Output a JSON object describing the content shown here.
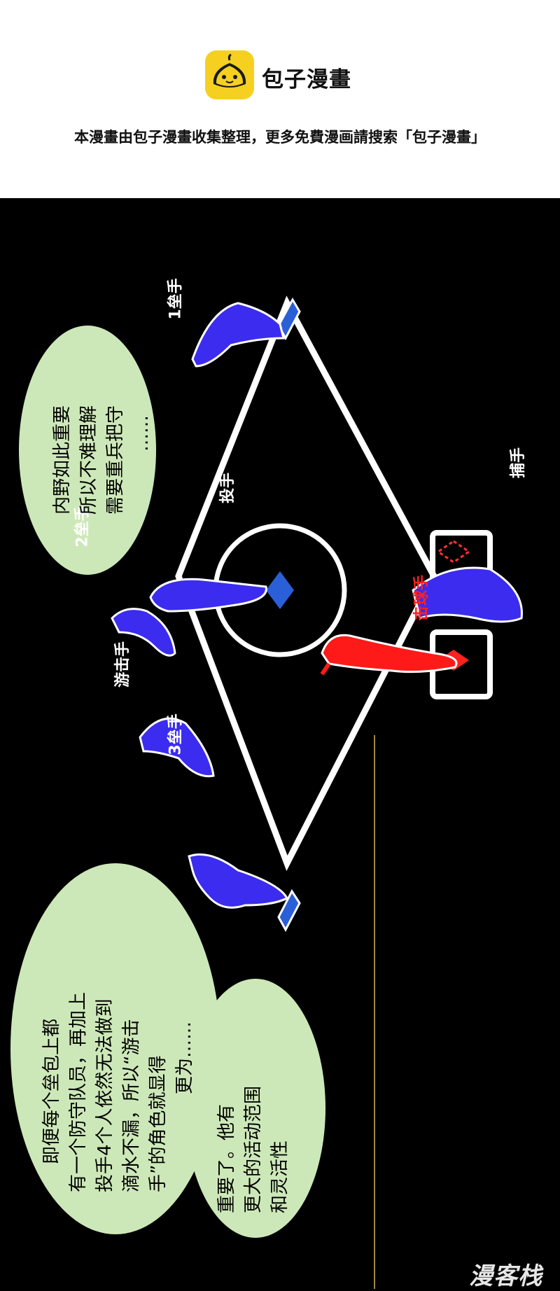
{
  "header": {
    "brand": "包子漫畫",
    "notice": "本漫畫由包子漫畫收集整理，更多免費漫画請搜索「包子漫畫」"
  },
  "labels": {
    "first_base": "1垒手",
    "second_base": "2垒手",
    "shortstop": "游击手",
    "third_base": "3垒手",
    "pitcher": "投手",
    "catcher": "捕手",
    "batter": "击球手"
  },
  "bubbles": {
    "top": [
      "内野如此重要",
      "所以不难理解",
      "需要重兵把守",
      "……"
    ],
    "bottom_left": [
      "即便每个垒包上都",
      "有一个防守队员，再加上",
      "投手4个人依然无法做到",
      "滴水不漏，所以“游击",
      "手”的角色就显得",
      "更为……"
    ],
    "bottom_right": [
      "重要了。他有",
      "更大的活动范围",
      "和灵活性"
    ]
  },
  "watermark": "漫客栈",
  "colors": {
    "fielders": "#3b2cf0",
    "batter": "#ff1a1a",
    "bubble": "#cde8b8",
    "base": "#2a5fd8"
  }
}
